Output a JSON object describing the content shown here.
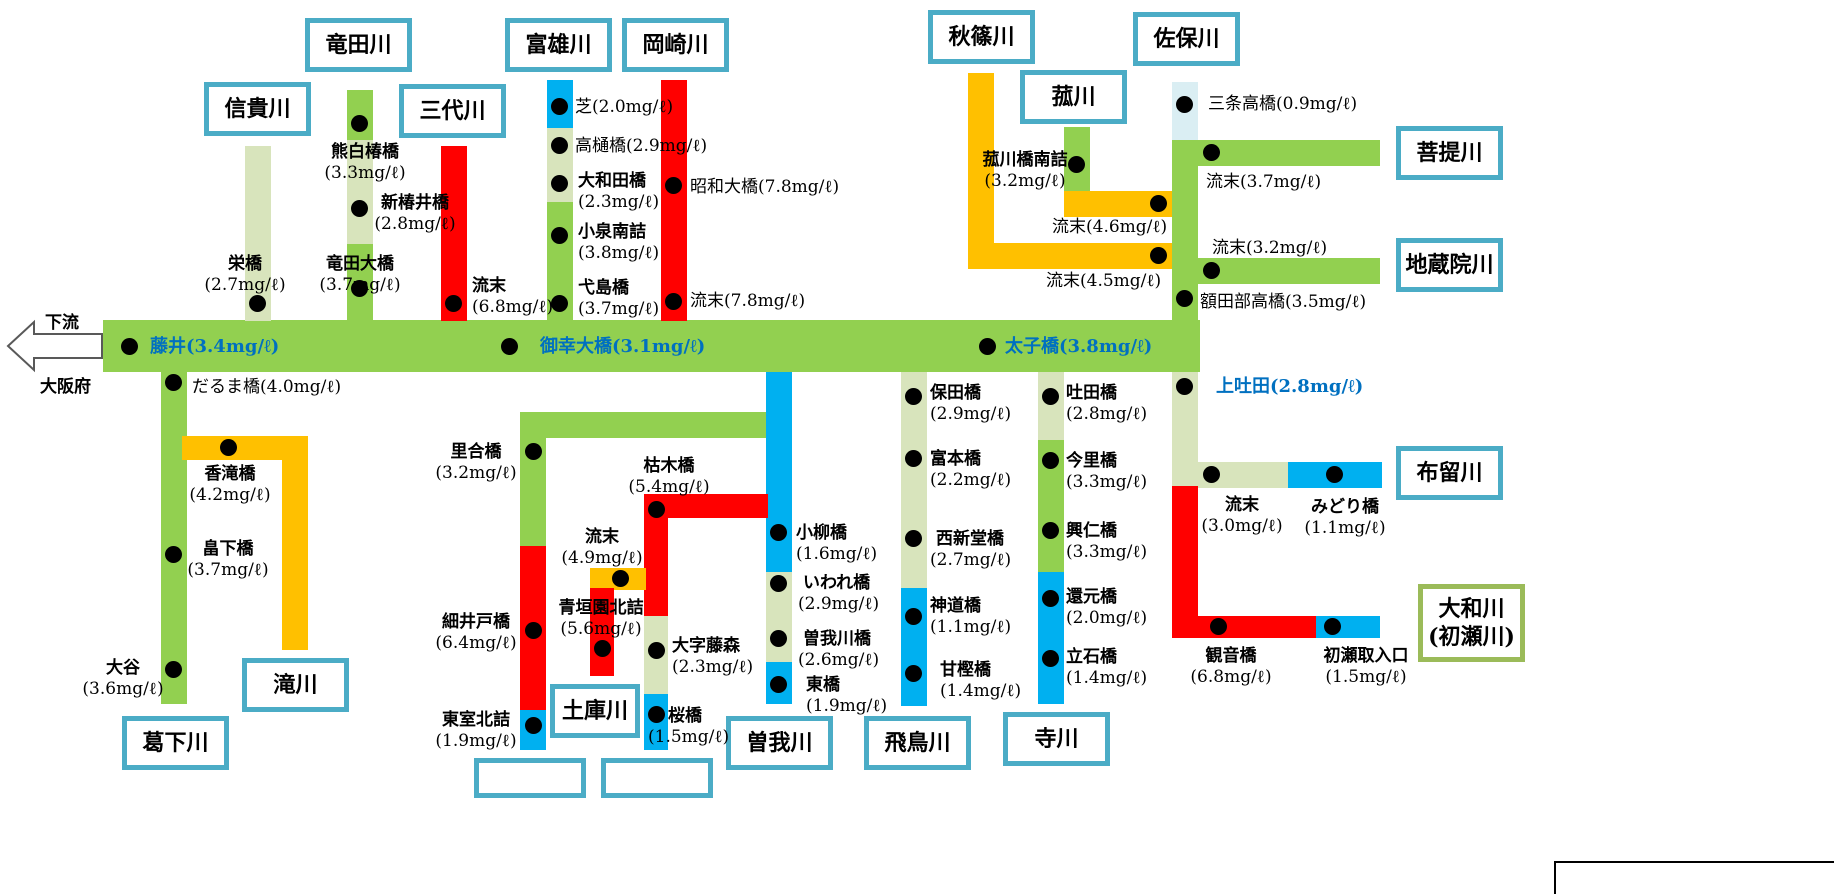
{
  "arrow": {
    "label_top": "下流",
    "label_bottom": "大阪府"
  },
  "main": {
    "fujii": "藤井(3.4mg/ℓ)",
    "misachi": "御幸大橋(3.1mg/ℓ)",
    "taishi": "太子橋(3.8mg/ℓ)",
    "kamihata": "上吐田(2.8mg/ℓ)"
  },
  "rivers": {
    "shigi": "信貴川",
    "tatsuta": "竜田川",
    "miyo": "三代川",
    "tomio": "富雄川",
    "okazaki": "岡崎川",
    "akishino": "秋篠川",
    "kogawa": "菰川",
    "saho": "佐保川",
    "bodai": "菩提川",
    "jizoin": "地蔵院川",
    "furu": "布留川",
    "yamato": "大和川\n(初瀬川)",
    "taki": "滝川",
    "katsurage": "葛下川",
    "tsuchiko": "土庫川",
    "soga": "曽我川",
    "asuka": "飛鳥川",
    "tera": "寺川"
  },
  "stations": {
    "sakae": {
      "name": "栄橋",
      "val": "(2.7mg/ℓ)"
    },
    "kumajiro": {
      "name": "熊白椿橋",
      "val": "(3.3mg/ℓ)"
    },
    "shintsubai": {
      "name": "新椿井橋",
      "val": "(2.8mg/ℓ)"
    },
    "tatsutaohashi": {
      "name": "竜田大橋",
      "val": "(3.7mg/ℓ)"
    },
    "miyo_end": {
      "name": "流末",
      "val": "(6.8mg/ℓ)"
    },
    "shiba": "芝(2.0mg/ℓ)",
    "takahi": "高樋橋(2.9mg/ℓ)",
    "owada": {
      "name": "大和田橋",
      "val": "(2.3mg/ℓ)"
    },
    "koizumi": {
      "name": "小泉南詰",
      "val": "(3.8mg/ℓ)"
    },
    "yokushima": {
      "name": "弋島橋",
      "val": "(3.7mg/ℓ)"
    },
    "showa": "昭和大橋(7.8mg/ℓ)",
    "okazaki_end": "流末(7.8mg/ℓ)",
    "kogawa_mina": {
      "name": "菰川橋南詰",
      "val": "(3.2mg/ℓ)"
    },
    "kogawa_end": "流末(4.6mg/ℓ)",
    "akishino_end": "流末(4.5mg/ℓ)",
    "sanjo": "三条高橋(0.9mg/ℓ)",
    "bodai_end": "流末(3.7mg/ℓ)",
    "jizoin_end": "流末(3.2mg/ℓ)",
    "nukatabe": "額田部高橋(3.5mg/ℓ)",
    "daruma": "だるま橋(4.0mg/ℓ)",
    "kotaki": {
      "name": "香滝橋",
      "val": "(4.2mg/ℓ)"
    },
    "hatake": {
      "name": "畠下橋",
      "val": "(3.7mg/ℓ)"
    },
    "otani": {
      "name": "大谷",
      "val": "(3.6mg/ℓ)"
    },
    "satoai": {
      "name": "里合橋",
      "val": "(3.2mg/ℓ)"
    },
    "karaki": {
      "name": "枯木橋",
      "val": "(5.4mg/ℓ)"
    },
    "tsuchiko_end": {
      "name": "流末",
      "val": "(4.9mg/ℓ)"
    },
    "aogaki": {
      "name": "青垣園北詰",
      "val": "(5.6mg/ℓ)"
    },
    "hosoido": {
      "name": "細井戸橋",
      "val": "(6.4mg/ℓ)"
    },
    "fujimori": {
      "name": "大字藤森",
      "val": "(2.3mg/ℓ)"
    },
    "higashimuro": {
      "name": "東室北詰",
      "val": "(1.9mg/ℓ)"
    },
    "sakura": {
      "name": "桜橋",
      "val": "(1.5mg/ℓ)"
    },
    "koyanagi": {
      "name": "小柳橋",
      "val": "(1.6mg/ℓ)"
    },
    "iware": {
      "name": "いわれ橋",
      "val": "(2.9mg/ℓ)"
    },
    "sogagawa": {
      "name": "曽我川橋",
      "val": "(2.6mg/ℓ)"
    },
    "azuma": {
      "name": "東橋",
      "val": "(1.9mg/ℓ)"
    },
    "hoda": {
      "name": "保田橋",
      "val": "(2.9mg/ℓ)"
    },
    "tomimoto": {
      "name": "富本橋",
      "val": "(2.2mg/ℓ)"
    },
    "nishishindo": {
      "name": "西新堂橋",
      "val": "(2.7mg/ℓ)"
    },
    "shindo": {
      "name": "神道橋",
      "val": "(1.1mg/ℓ)"
    },
    "amakashi": {
      "name": "甘樫橋",
      "val": "(1.4mg/ℓ)"
    },
    "hatta": {
      "name": "吐田橋",
      "val": "(2.8mg/ℓ)"
    },
    "imazato": {
      "name": "今里橋",
      "val": "(3.3mg/ℓ)"
    },
    "kojin": {
      "name": "興仁橋",
      "val": "(3.3mg/ℓ)"
    },
    "kangen": {
      "name": "還元橋",
      "val": "(2.0mg/ℓ)"
    },
    "tateishi": {
      "name": "立石橋",
      "val": "(1.4mg/ℓ)"
    },
    "furu_end": {
      "name": "流末",
      "val": "(3.0mg/ℓ)"
    },
    "midori": {
      "name": "みどり橋",
      "val": "(1.1mg/ℓ)"
    },
    "kannon": {
      "name": "観音橋",
      "val": "(6.8mg/ℓ)"
    },
    "hatsuse": {
      "name": "初瀬取入口",
      "val": "(1.5mg/ℓ)"
    }
  },
  "colors": {
    "main": "#92D050",
    "light": "#D8E4BC",
    "blue": "#00B0F0",
    "red": "#FF0000",
    "yellow": "#FFC000",
    "box": "#4BACC6"
  }
}
